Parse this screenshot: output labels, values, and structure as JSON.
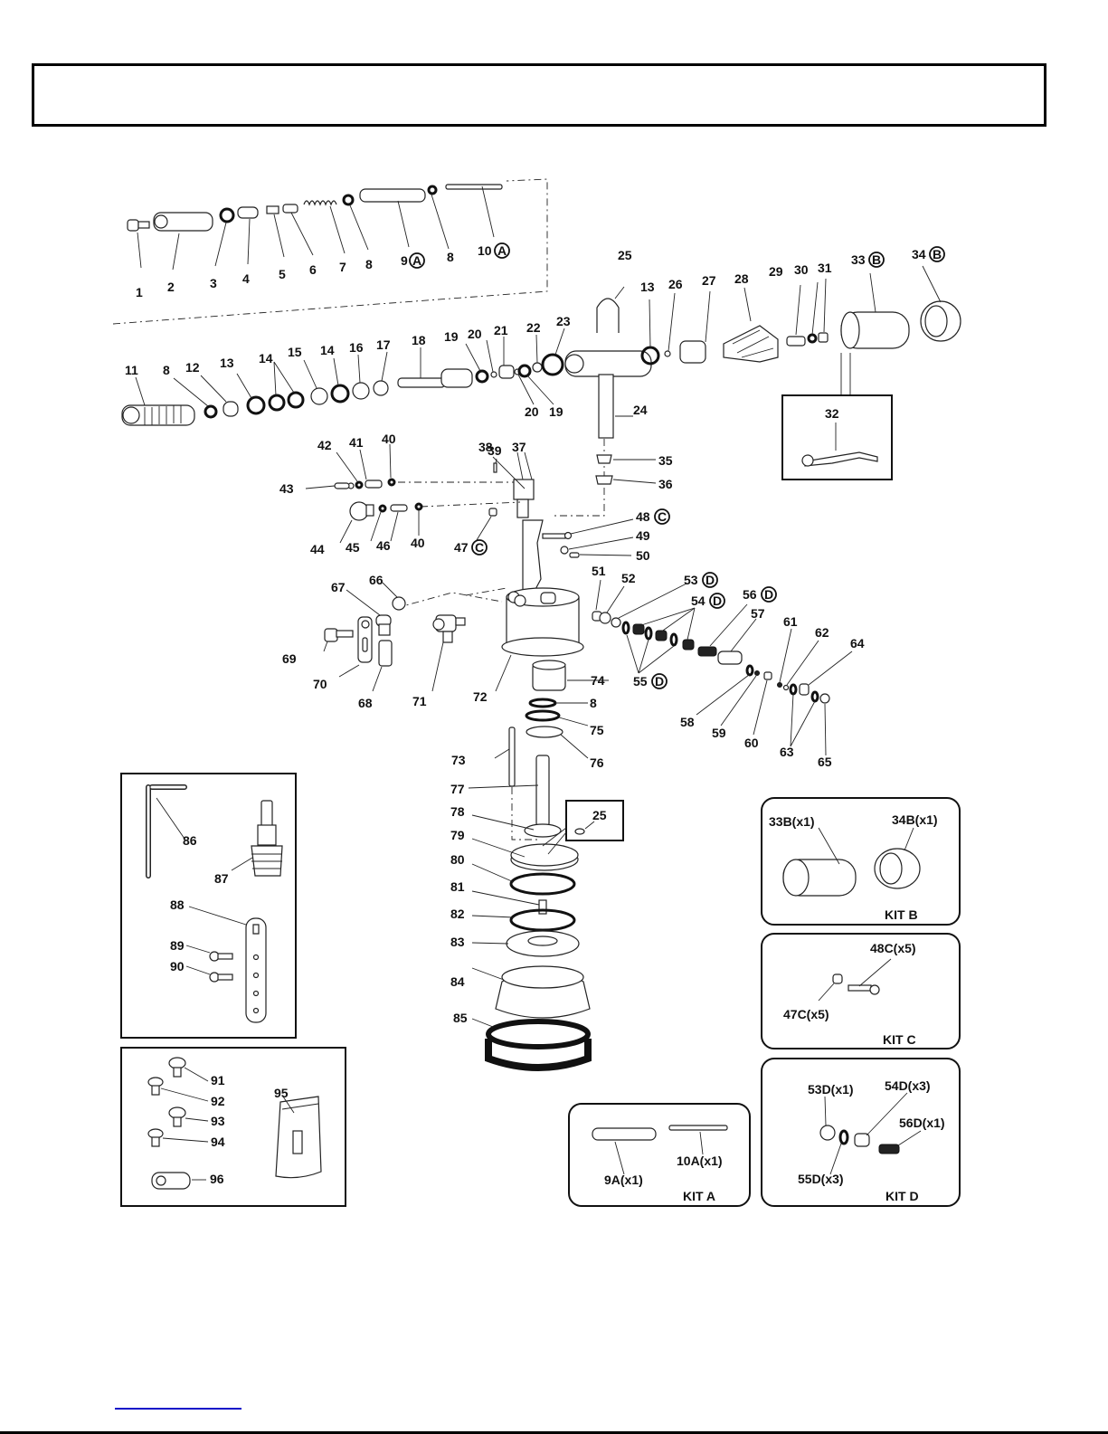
{
  "header": {
    "title": ""
  },
  "diagram": {
    "title": "Exploded parts view",
    "labels": {
      "p1": "1",
      "p2": "2",
      "p3": "3",
      "p4": "4",
      "p5": "5",
      "p6": "6",
      "p7": "7",
      "p8a": "8",
      "p9": "9",
      "p8b": "8",
      "p10": "10",
      "p9_kit": "A",
      "p10_kit": "A",
      "p11": "11",
      "p8c": "8",
      "p12": "12",
      "p13a": "13",
      "p14a": "14",
      "p15": "15",
      "p14b": "14",
      "p16": "16",
      "p17": "17",
      "p18": "18",
      "p19a": "19",
      "p20a": "20",
      "p21": "21",
      "p22": "22",
      "p23": "23",
      "p20b": "20",
      "p19b": "19",
      "p25a": "25",
      "p13b": "13",
      "p26": "26",
      "p27": "27",
      "p28": "28",
      "p29": "29",
      "p30": "30",
      "p31": "31",
      "p33": "33",
      "p34": "34",
      "p33_kit": "B",
      "p34_kit": "B",
      "p32": "32",
      "p24": "24",
      "p35": "35",
      "p36": "36",
      "p37": "37",
      "p38": "38",
      "p39": "39",
      "p40a": "40",
      "p41": "41",
      "p42": "42",
      "p43": "43",
      "p44": "44",
      "p45": "45",
      "p46": "46",
      "p40b": "40",
      "p47": "47",
      "p47_kit": "C",
      "p48": "48",
      "p48_kit": "C",
      "p49": "49",
      "p50": "50",
      "p51": "51",
      "p52": "52",
      "p53": "53",
      "p53_kit": "D",
      "p54": "54",
      "p54_kit": "D",
      "p55": "55",
      "p55_kit": "D",
      "p56": "56",
      "p56_kit": "D",
      "p57": "57",
      "p58": "58",
      "p59": "59",
      "p60": "60",
      "p61": "61",
      "p62": "62",
      "p63": "63",
      "p64": "64",
      "p65": "65",
      "p66": "66",
      "p67": "67",
      "p68": "68",
      "p69": "69",
      "p70": "70",
      "p71": "71",
      "p72": "72",
      "p73": "73",
      "p74": "74",
      "p8d": "8",
      "p75": "75",
      "p76": "76",
      "p77": "77",
      "p78": "78",
      "p25b": "25",
      "p79": "79",
      "p80": "80",
      "p81": "81",
      "p82": "82",
      "p83": "83",
      "p84": "84",
      "p85": "85",
      "p86": "86",
      "p87": "87",
      "p88": "88",
      "p89": "89",
      "p90": "90",
      "p91": "91",
      "p92": "92",
      "p93": "93",
      "p94": "94",
      "p95": "95",
      "p96": "96"
    }
  },
  "kits": {
    "a": {
      "title": "KIT A",
      "items": [
        "9A(x1)",
        "10A(x1)"
      ]
    },
    "b": {
      "title": "KIT B",
      "items": [
        "33B(x1)",
        "34B(x1)"
      ]
    },
    "c": {
      "title": "KIT C",
      "items": [
        "48C(x5)",
        "47C(x5)"
      ]
    },
    "d": {
      "title": "KIT D",
      "items": [
        "53D(x1)",
        "54D(x3)",
        "56D(x1)",
        "55D(x3)"
      ]
    }
  },
  "footer": {
    "link_text": ""
  }
}
